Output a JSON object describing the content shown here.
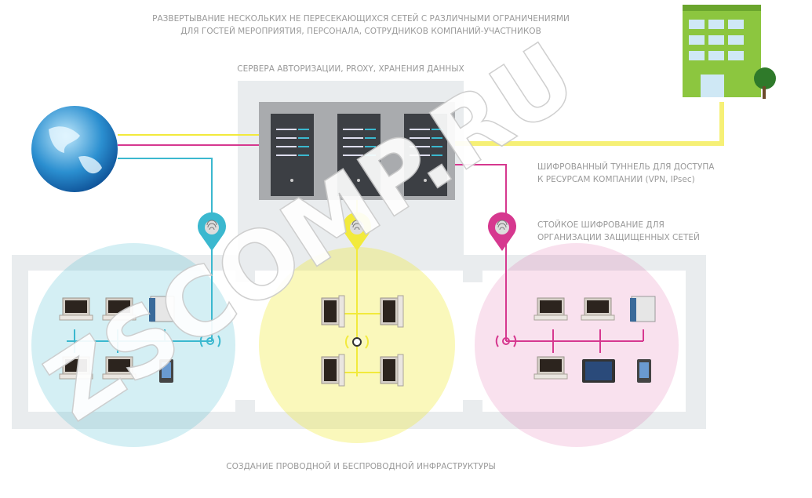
{
  "title_line1": "РАЗВЕРТЫВАНИЕ НЕСКОЛЬКИХ НЕ ПЕРЕСЕКАЮЩИХСЯ СЕТЕЙ С РАЗЛИЧНЫМИ ОГРАНИЧЕНИЯМИ",
  "title_line2": "ДЛЯ ГОСТЕЙ МЕРОПРИЯТИЯ, ПЕРСОНАЛА, СОТРУДНИКОВ КОМПАНИЙ-УЧАСТНИКОВ",
  "servers_label": "СЕРВЕРА АВТОРИЗАЦИИ, PROXY, ХРАНЕНИЯ ДАННЫХ",
  "tunnel_line1": "ШИФРОВАННЫЙ ТУННЕЛЬ ДЛЯ ДОСТУПА",
  "tunnel_line2": "К РЕСУРСАМ КОМПАНИИ (VPN, IPsec)",
  "encryption_line1": "СТОЙКОЕ ШИФРОВАНИЕ ДЛЯ",
  "encryption_line2": "ОРГАНИЗАЦИИ ЗАЩИЩЕННЫХ СЕТЕЙ",
  "bottom_label": "СОЗДАНИЕ ПРОВОДНОЙ И БЕСПРОВОДНОЙ ИНФРАСТРУКТУРЫ",
  "watermark": "ZSCOMP.RU",
  "colors": {
    "blue": "#3bb8cf",
    "yellow": "#f2ea3c",
    "pink": "#d6388f",
    "server": "#3c3f44",
    "panel": "#e9ecee"
  }
}
